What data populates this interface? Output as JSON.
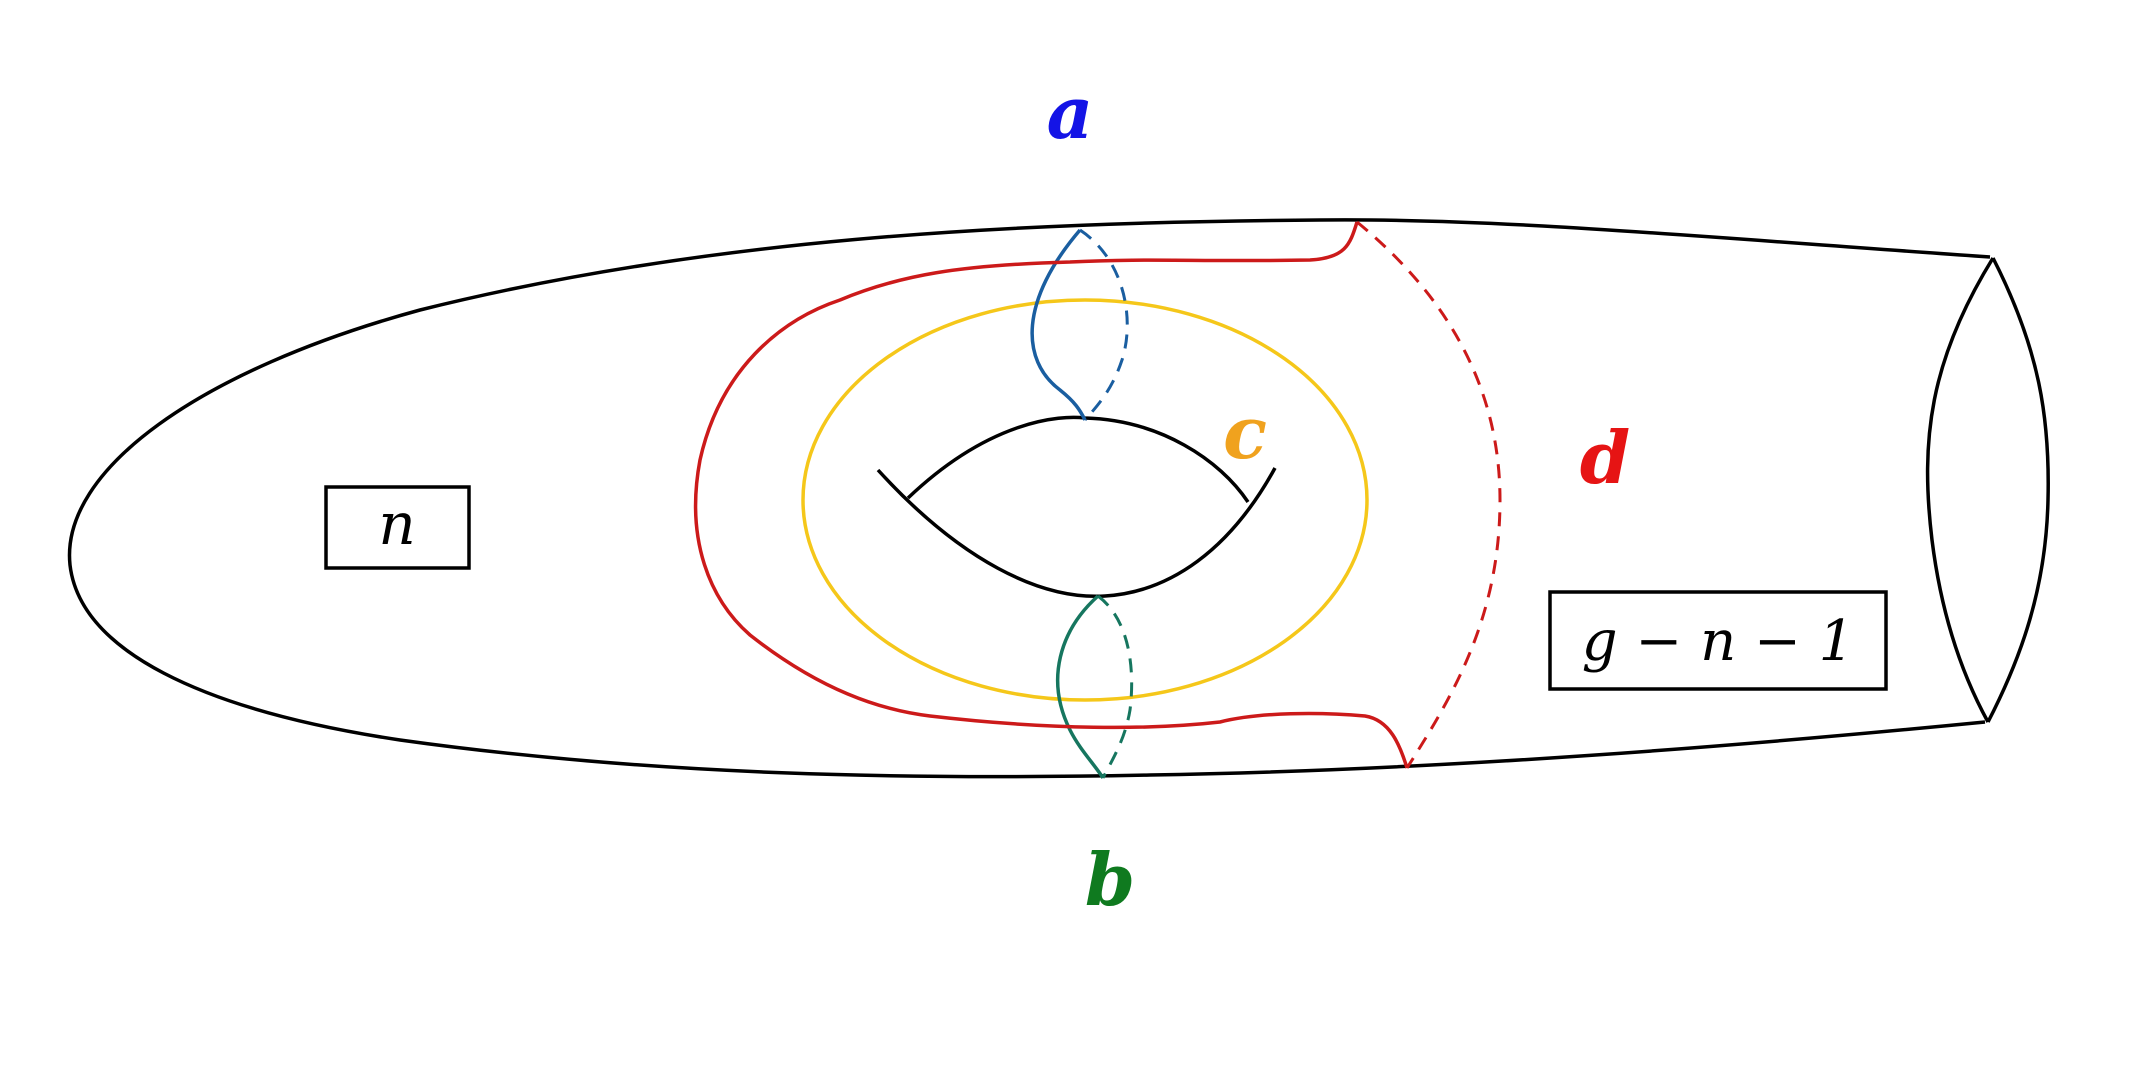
{
  "labels": {
    "a": {
      "text": "a",
      "color": "#1414e6"
    },
    "b": {
      "text": "b",
      "color": "#0f7a1f"
    },
    "c": {
      "text": "c",
      "color": "#f0a21e"
    },
    "d": {
      "text": "d",
      "color": "#e61414"
    }
  },
  "boxes": {
    "left": {
      "text": "n"
    },
    "right": {
      "text": "g − n − 1"
    }
  },
  "colors": {
    "surface": "#000000",
    "curve_a": "#1a5ea0",
    "curve_b": "#16765f",
    "curve_c": "#f5c71a",
    "curve_d": "#cc1a1a"
  }
}
